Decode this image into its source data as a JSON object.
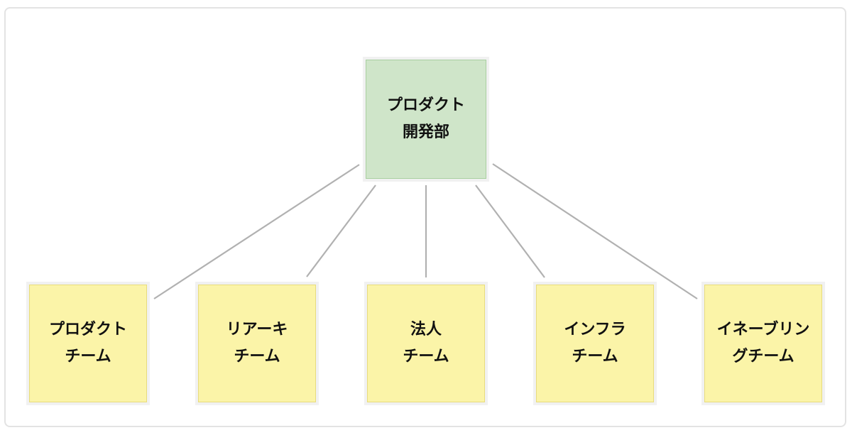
{
  "diagram": {
    "root": {
      "lines": [
        "プロダクト",
        "開発部"
      ]
    },
    "children": [
      {
        "lines": [
          "プロダクト",
          "チーム"
        ]
      },
      {
        "lines": [
          "リアーキ",
          "チーム"
        ]
      },
      {
        "lines": [
          "法人",
          "チーム"
        ]
      },
      {
        "lines": [
          "インフラ",
          "チーム"
        ]
      },
      {
        "lines": [
          "イネーブリン",
          "グチーム"
        ]
      }
    ],
    "colors": {
      "root_fill": "#cfe5c9",
      "child_fill": "#fbf4a8",
      "connector": "#b1b1b1"
    }
  }
}
